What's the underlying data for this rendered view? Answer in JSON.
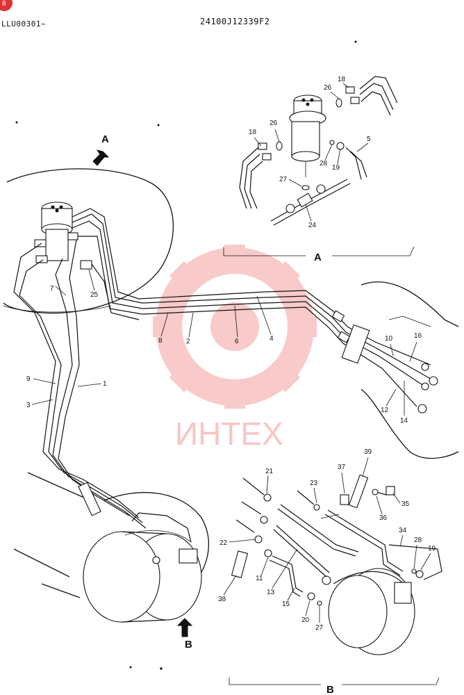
{
  "header": {
    "code_left": "LLU00301~",
    "code_center": "24100J12339F2",
    "corner_mark": "8"
  },
  "watermark": {
    "text": "ИНТЕХ",
    "color": "#f4a0a0"
  },
  "views": {
    "a_label": "A",
    "b_label": "B",
    "a_arrow_label": "A",
    "b_arrow_label": "B"
  },
  "callouts": {
    "main": [
      "7",
      "25",
      "9",
      "1",
      "3",
      "8",
      "2",
      "6",
      "4",
      "10",
      "16",
      "12",
      "14"
    ],
    "detail_a": [
      "18",
      "26",
      "26",
      "18",
      "5",
      "28",
      "19",
      "27",
      "24"
    ],
    "detail_b": [
      "21",
      "37",
      "39",
      "23",
      "35",
      "36",
      "34",
      "28",
      "19",
      "22",
      "11",
      "13",
      "15",
      "20",
      "27",
      "38"
    ]
  }
}
